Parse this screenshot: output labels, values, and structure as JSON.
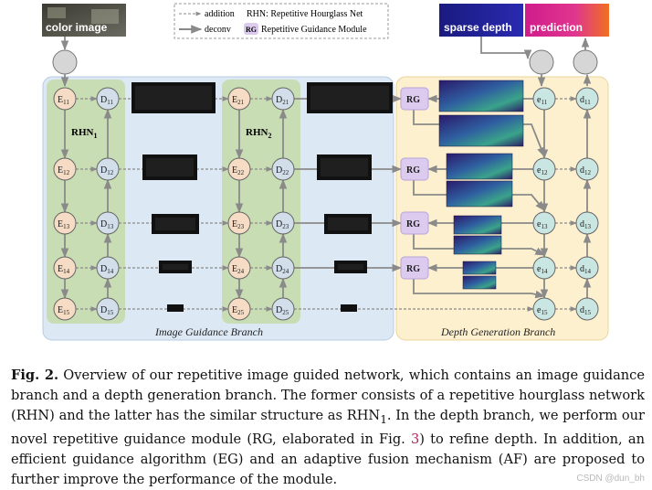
{
  "legend": {
    "addition": "addition",
    "deconv": "deconv",
    "rhn": "RHN: Repetitive Hourglass Net",
    "rg_badge": "RG",
    "rg": "Repetitive Guidance Module"
  },
  "inputs": {
    "color_image": "color image",
    "sparse_depth": "sparse depth",
    "prediction": "prediction"
  },
  "rhn_labels": {
    "first": "RHN",
    "first_sub": "1",
    "second": "RHN",
    "second_sub": "2"
  },
  "nodes": {
    "e1": [
      "E11",
      "E12",
      "E13",
      "E14",
      "E15"
    ],
    "d1": [
      "D11",
      "D12",
      "D13",
      "D14",
      "D15"
    ],
    "e2": [
      "E21",
      "E22",
      "E23",
      "E24",
      "E25"
    ],
    "d2": [
      "D21",
      "D22",
      "D23",
      "D24",
      "D25"
    ],
    "ed": [
      "e11",
      "e12",
      "e13",
      "e14",
      "e15"
    ],
    "dd": [
      "d11",
      "d12",
      "d13",
      "d14",
      "d15"
    ],
    "rg": [
      "RG",
      "RG",
      "RG",
      "RG"
    ]
  },
  "branches": {
    "image": "Image Guidance Branch",
    "depth": "Depth Generation Branch"
  },
  "caption": {
    "fig": "Fig.",
    "num": "2.",
    "text_1": " Overview of our repetitive image guided network, which contains an image guidance branch and a depth generation branch. The former consists of a repetitive hourglass network (RHN) and the latter has the similar structure as RHN",
    "text_1_sub": "1",
    "text_2": ". In the depth branch, we perform our novel repetitive guidance module (RG, elaborated in Fig. ",
    "ref": "3",
    "text_3": ") to refine depth. In addition, an efficient guidance algorithm (EG) and an adaptive fusion mechanism (AF) are proposed to further improve the performance of the module."
  },
  "watermark": "CSDN @dun_bh",
  "colors": {
    "image_branch_bg": "#dce8f4",
    "depth_branch_bg": "#fdf0cf",
    "rhn_green": "#c8ddb4",
    "encoder_node": "#f6dcc4",
    "decoder_node": "#d2dfea",
    "depth_node": "#c9e6e2",
    "rg_box": "#dccbee",
    "arrow": "#888888"
  }
}
